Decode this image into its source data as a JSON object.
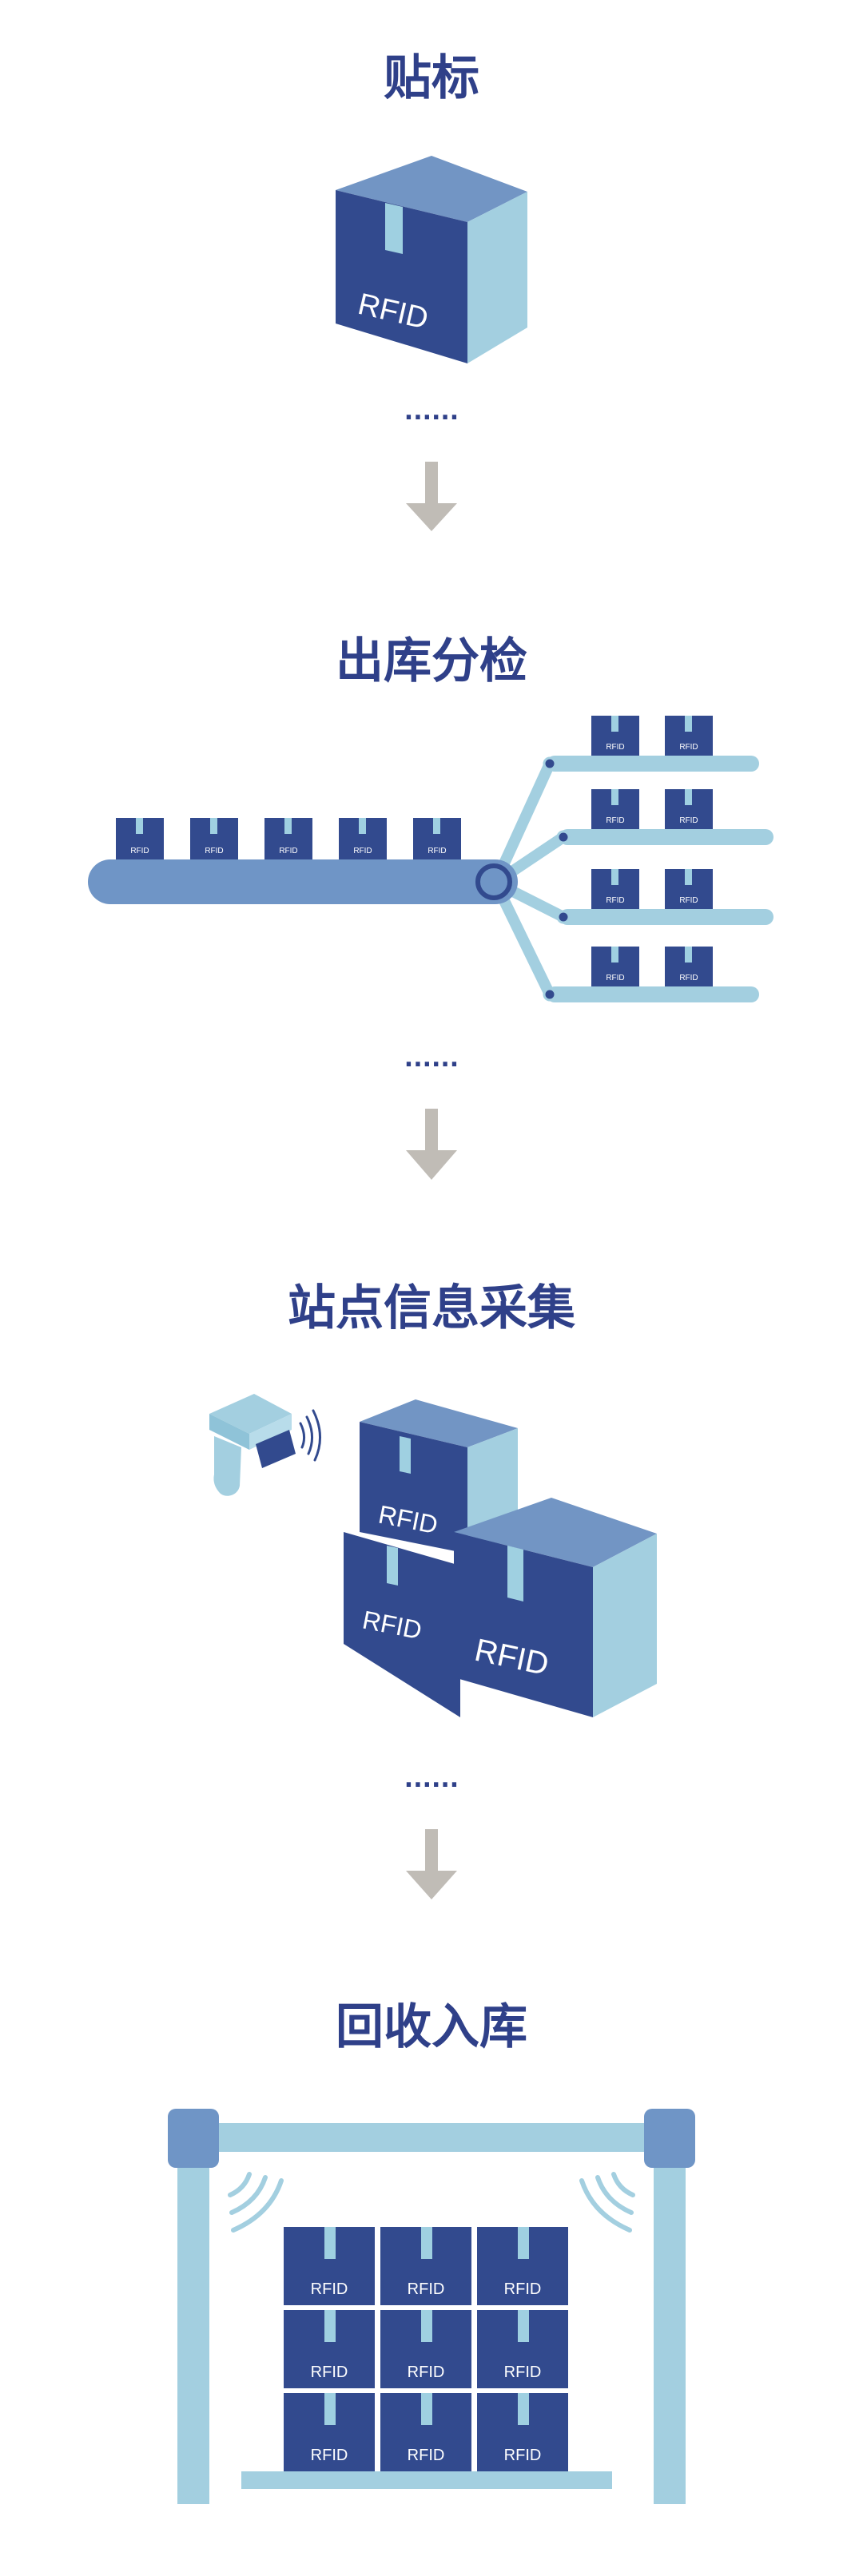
{
  "steps": [
    {
      "title": "贴标"
    },
    {
      "title": "出库分检"
    },
    {
      "title": "站点信息采集"
    },
    {
      "title": "回收入库"
    }
  ],
  "box_label": "RFID",
  "ellipsis": "......",
  "colors": {
    "title": "#2f4089",
    "box_front": "#324a8e",
    "box_top": "#7295c4",
    "box_side": "#a3cfe0",
    "tape": "#9fd0e1",
    "conveyor": "#6f95c6",
    "rail": "#a3cfe0",
    "arrow": "#c0bcb6",
    "pivot": "#324a8e"
  },
  "icons": {
    "box": "cardboard-box-icon",
    "arrow": "arrow-down-icon",
    "scanner": "rfid-scanner-icon",
    "signal": "wireless-signal-icon"
  }
}
